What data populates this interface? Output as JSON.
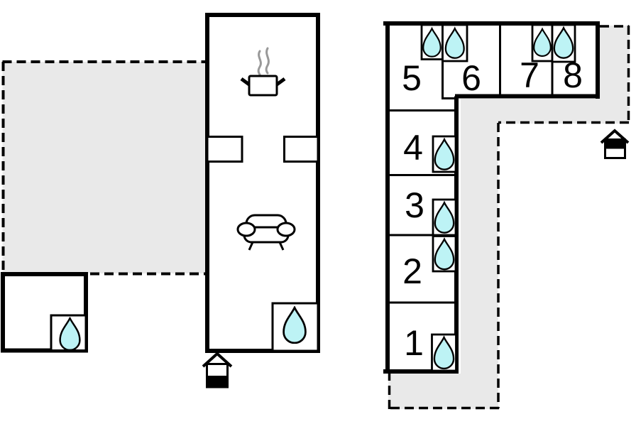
{
  "floorplan": {
    "rooms": [
      {
        "label": "1"
      },
      {
        "label": "2"
      },
      {
        "label": "3"
      },
      {
        "label": "4"
      },
      {
        "label": "5"
      },
      {
        "label": "6"
      },
      {
        "label": "7"
      },
      {
        "label": "8"
      }
    ],
    "icons": {
      "water_drop": "water-drop-icon",
      "entrance": "entrance-icon",
      "cooking_pot": "cooking-pot-icon",
      "steam": "steam-icon",
      "sofa": "sofa-icon"
    },
    "colors": {
      "terrace": "#e9e9e9",
      "water": "#bdf3f5",
      "wall": "#000000",
      "steam": "#999999",
      "background": "#ffffff"
    }
  }
}
